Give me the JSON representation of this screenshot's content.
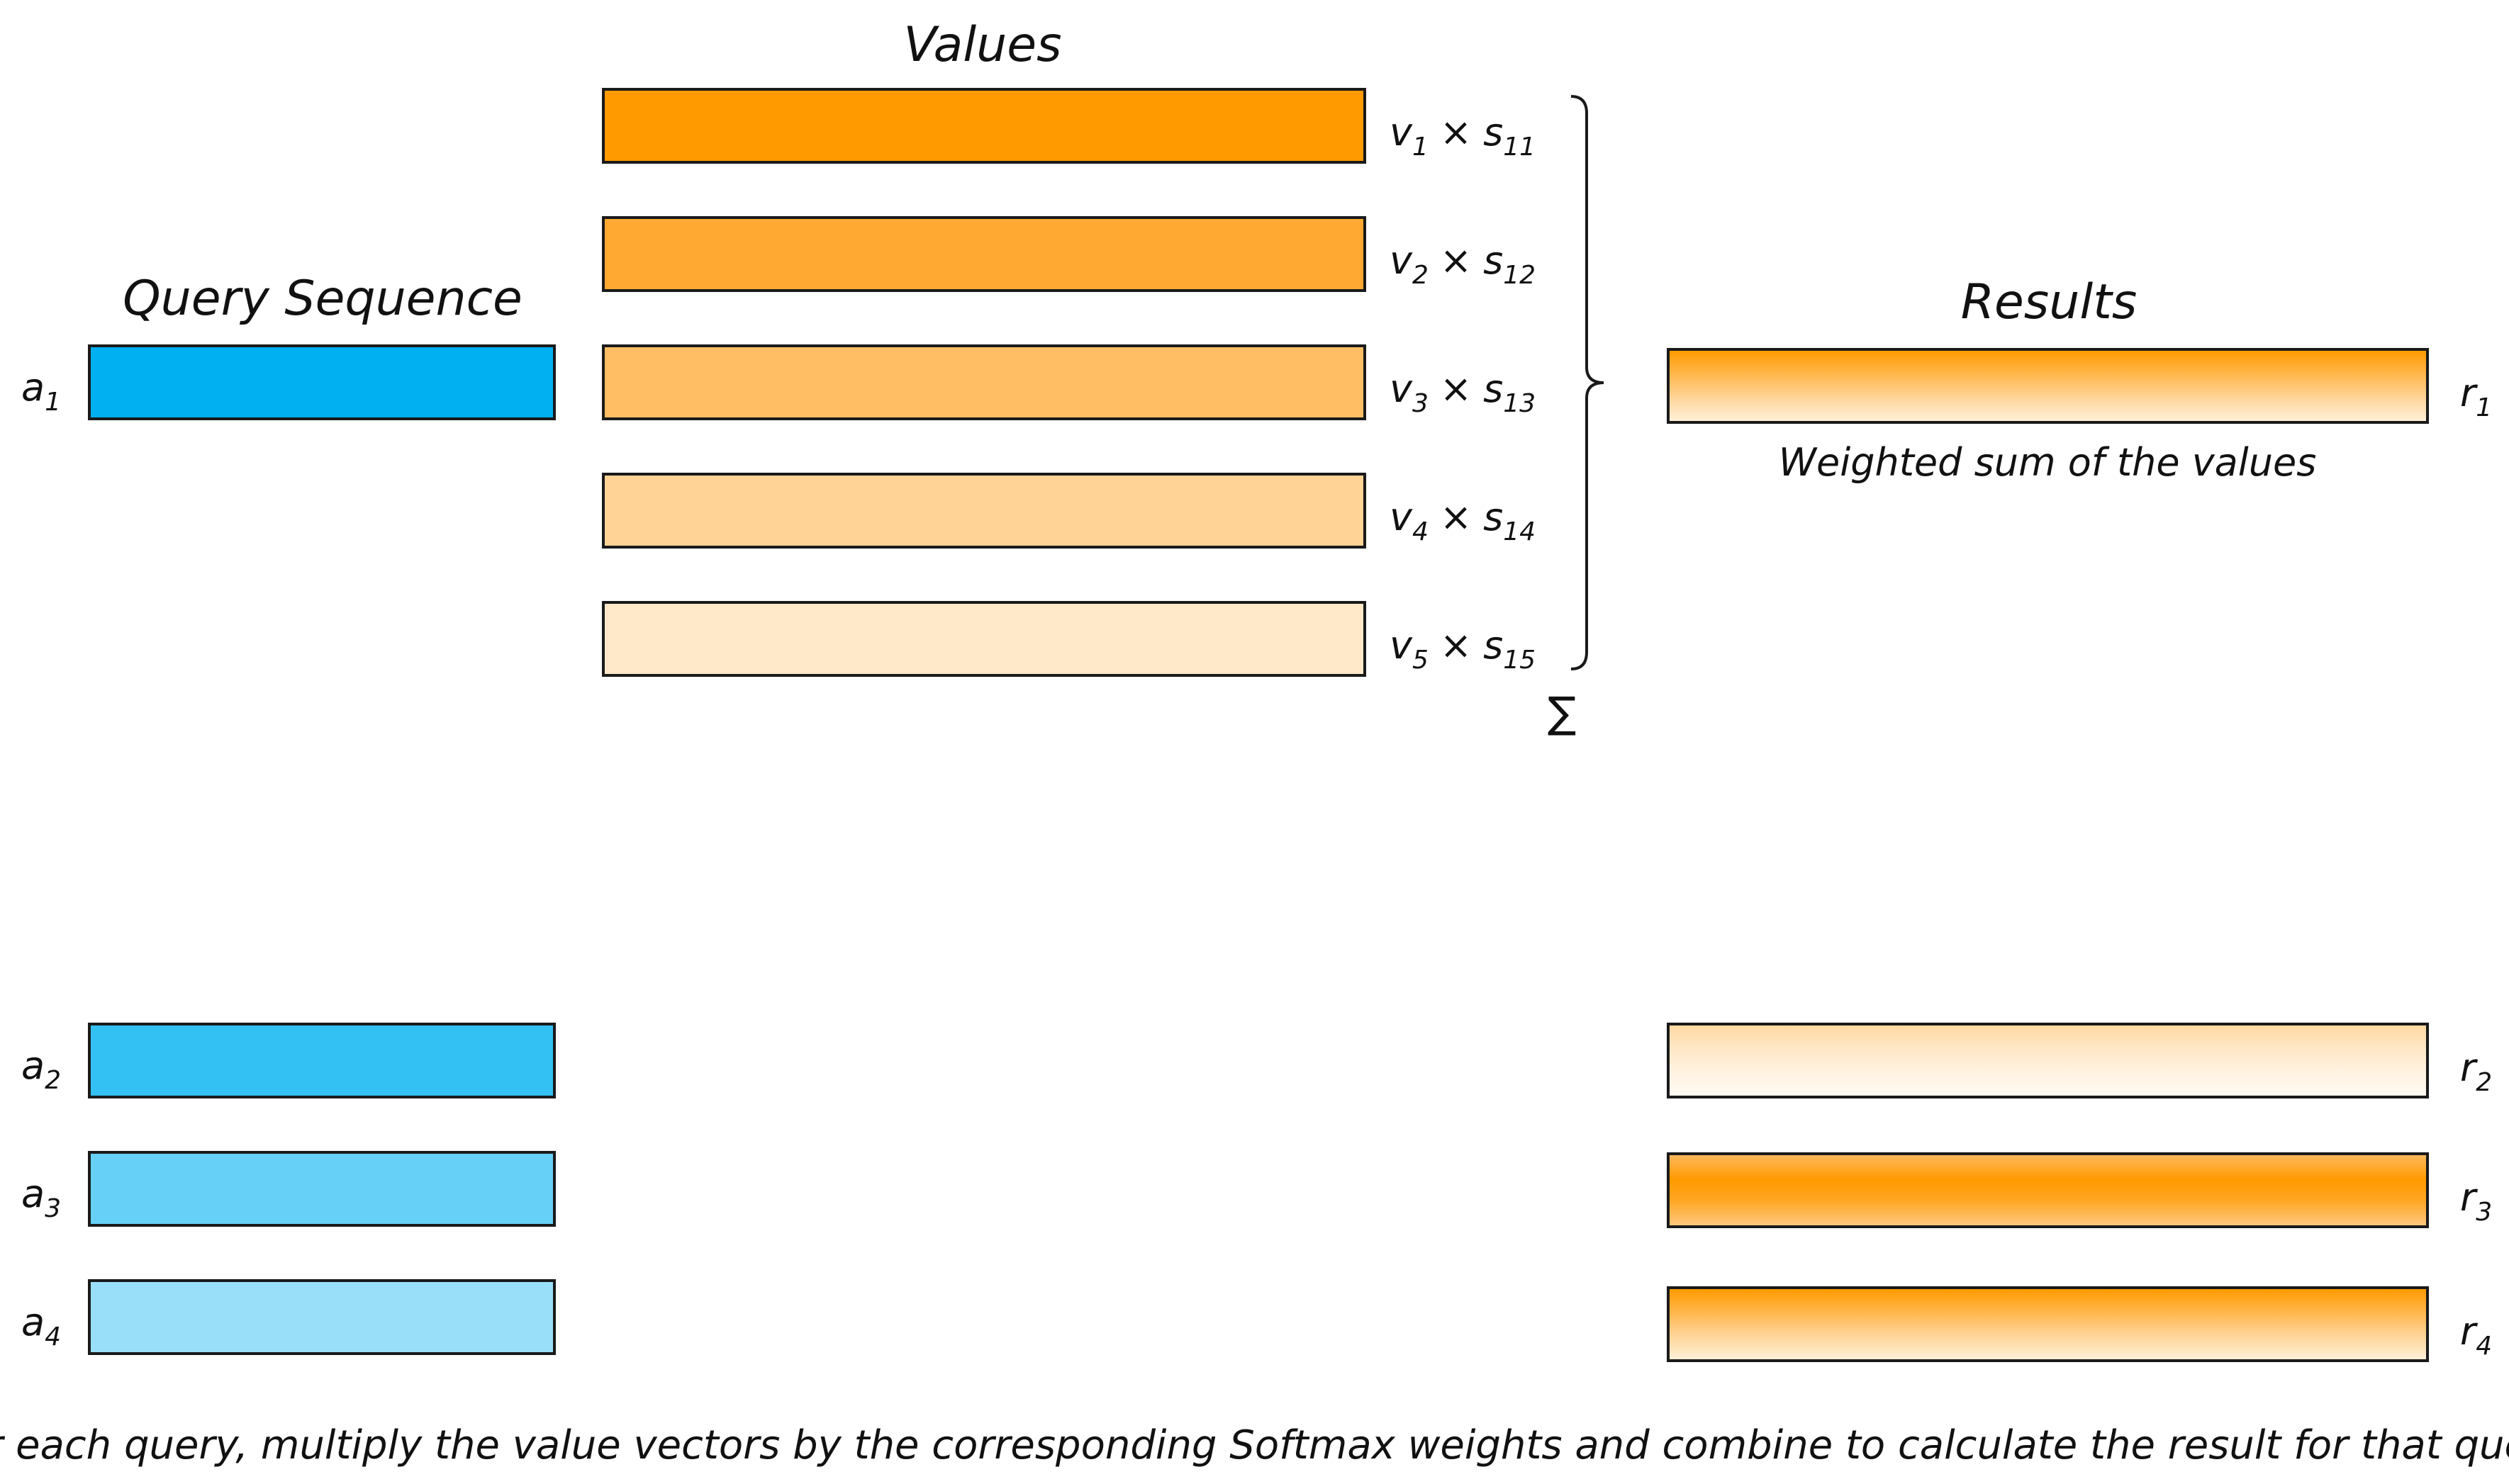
{
  "headings": {
    "values": "Values",
    "query_sequence": "Query Sequence",
    "results": "Results"
  },
  "queries": [
    {
      "base": "a",
      "sub": "1",
      "color": "#00B0F0"
    },
    {
      "base": "a",
      "sub": "2",
      "color": "#33C0F3"
    },
    {
      "base": "a",
      "sub": "3",
      "color": "#66D0F6"
    },
    {
      "base": "a",
      "sub": "4",
      "color": "#99DFF9"
    }
  ],
  "values": [
    {
      "v": "v",
      "v_sub": "1",
      "times": "×",
      "s": "s",
      "s_sub": "11",
      "color": "#FF9A00"
    },
    {
      "v": "v",
      "v_sub": "2",
      "times": "×",
      "s": "s",
      "s_sub": "12",
      "color": "#FFA932"
    },
    {
      "v": "v",
      "v_sub": "3",
      "times": "×",
      "s": "s",
      "s_sub": "13",
      "color": "#FFBE64"
    },
    {
      "v": "v",
      "v_sub": "4",
      "times": "×",
      "s": "s",
      "s_sub": "14",
      "color": "#FFD396"
    },
    {
      "v": "v",
      "v_sub": "5",
      "times": "×",
      "s": "s",
      "s_sub": "15",
      "color": "#FFE9C8"
    }
  ],
  "sum_symbol": "∑",
  "results": [
    {
      "base": "r",
      "sub": "1",
      "caption": "Weighted sum of the values",
      "gradient": "light-bottom"
    },
    {
      "base": "r",
      "sub": "2",
      "caption": "",
      "gradient": "pale"
    },
    {
      "base": "r",
      "sub": "3",
      "caption": "",
      "gradient": "strong"
    },
    {
      "base": "r",
      "sub": "4",
      "caption": "",
      "gradient": "light-bottom"
    }
  ],
  "footer": "For each query, multiply the value vectors by the corresponding Softmax weights and combine to calculate the result for that query",
  "colors": {
    "border": "#1a1a1a",
    "text": "#111111"
  }
}
